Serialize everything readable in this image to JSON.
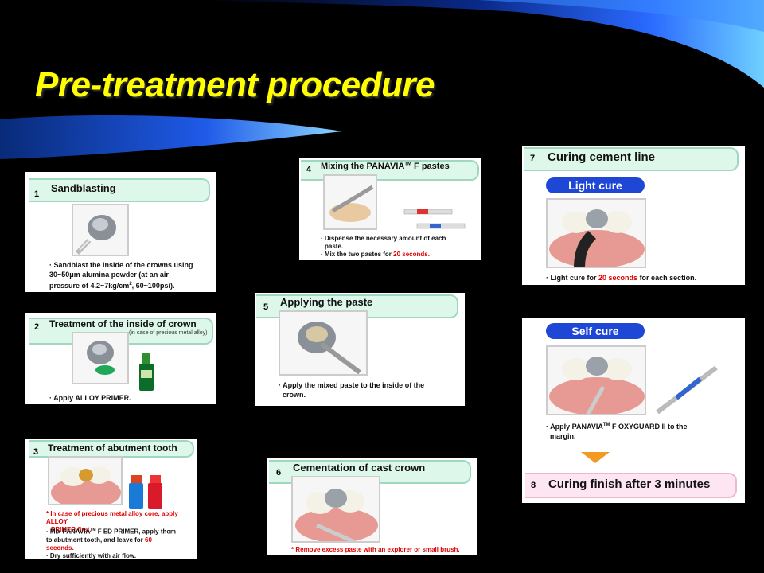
{
  "title": "Pre-treatment procedure",
  "steps": {
    "s1": {
      "num": "1",
      "heading": "Sandblasting",
      "d1": "· Sandblast the inside of the crowns using",
      "d2": "30~50",
      "d2b": "m alumina powder (at an air",
      "d3": "pressure of 4.2~7kg/cm",
      "d3b": ", 60~100psi)."
    },
    "s2": {
      "num": "2",
      "heading": "Treatment of the inside of crown",
      "sub": "(in case of precious metal alloy)",
      "d1": "· Apply ALLOY PRIMER."
    },
    "s3": {
      "num": "3",
      "heading": "Treatment of abutment tooth",
      "r1": "* In case of precious metal alloy core, apply ALLOY",
      "r2": "PRIMER first.",
      "d1": "· Mix PANAVIA",
      "d1b": " F ED PRIMER, apply them",
      "d2": "to abutment tooth, and leave for",
      "d2red": "60",
      "d3red": "seconds.",
      "d4": "· Dry sufficiently with air flow."
    },
    "s4": {
      "num": "4",
      "heading": "Mixing the PANAVIA",
      "headingB": " F pastes",
      "d1": "· Dispense the necessary amount of each",
      "d2": "paste.",
      "d3": "· Mix the two pastes for",
      "d3red": "20 seconds."
    },
    "s5": {
      "num": "5",
      "heading": "Applying the paste",
      "d1": "· Apply the mixed paste to the inside of the",
      "d2": "crown."
    },
    "s6": {
      "num": "6",
      "heading": "Cementation of cast crown",
      "r1": "* Remove excess paste with an explorer or small brush."
    },
    "s7": {
      "num": "7",
      "heading": "Curing cement line",
      "pill": "Light cure",
      "d1": "· Light cure for",
      "d1red": "20 seconds",
      "d1b": "for each section."
    },
    "self": {
      "pill": "Self cure",
      "d1": "· Apply PANAVIA",
      "d1b": " F OXYGUARD II to the",
      "d2": "margin."
    },
    "s8": {
      "num": "8",
      "heading": "Curing finish after 3 minutes"
    },
    "tm": "TM"
  },
  "colors": {
    "title": "#ffff00",
    "background": "#000000",
    "accent_red": "#e00000",
    "pill_blue": "#1f47d6"
  }
}
